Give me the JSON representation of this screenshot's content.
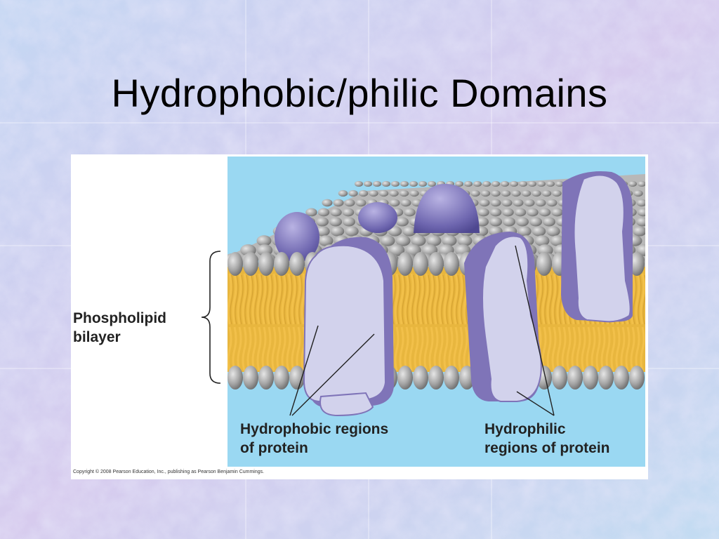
{
  "slide": {
    "title": "Hydrophobic/philic Domains",
    "background_colors": [
      "#c9d9f2",
      "#e3c9ea",
      "#bfe0f0"
    ]
  },
  "figure": {
    "labels": {
      "bilayer_line1": "Phospholipid",
      "bilayer_line2": "bilayer",
      "hydrophobic_line1": "Hydrophobic regions",
      "hydrophobic_line2": "of protein",
      "hydrophilic_line1": "Hydrophilic",
      "hydrophilic_line2": "regions of protein"
    },
    "copyright": "Copyright © 2008 Pearson Education, Inc., publishing as Pearson Benjamin Cummings.",
    "colors": {
      "water": "#9ad8f2",
      "head": "#9b9b9b",
      "tail": "#f2c04a",
      "protein_side": "#7f74b8",
      "protein_face": "#cfd0ea"
    }
  }
}
